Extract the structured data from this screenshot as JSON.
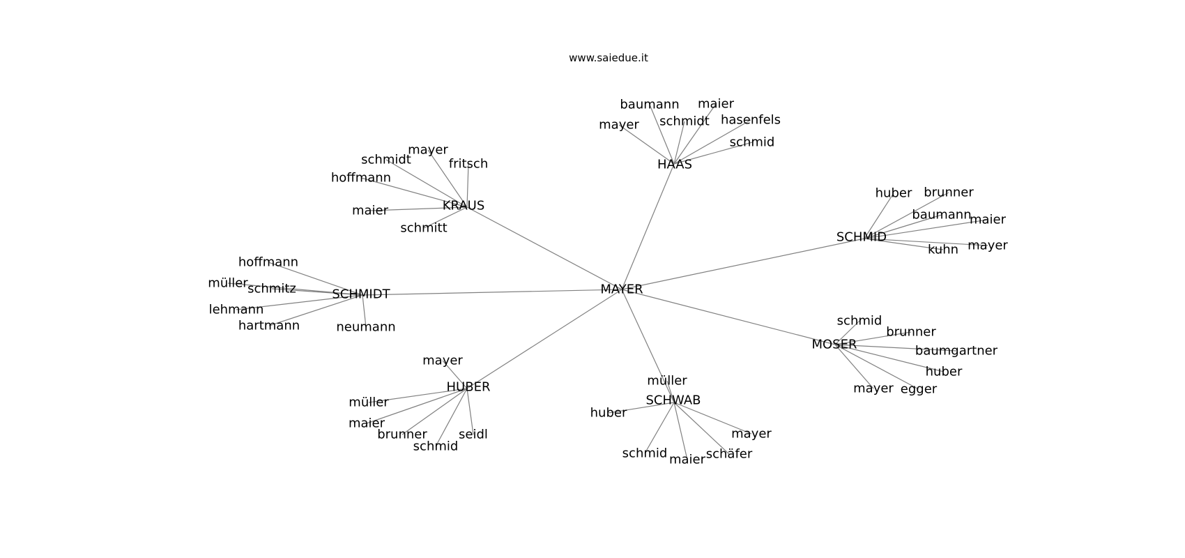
{
  "site": {
    "text": "www.saiedue.it"
  },
  "graph": {
    "root": "MAYER",
    "hubs": [
      {
        "id": "haas",
        "label": "HAAS",
        "leaves": [
          "baumann",
          "maier",
          "mayer",
          "schmidt",
          "hasenfels",
          "schmid"
        ]
      },
      {
        "id": "kraus",
        "label": "KRAUS",
        "leaves": [
          "mayer",
          "schmidt",
          "fritsch",
          "hoffmann",
          "maier",
          "schmitt"
        ]
      },
      {
        "id": "schmid",
        "label": "SCHMID",
        "leaves": [
          "huber",
          "brunner",
          "baumann",
          "maier",
          "mayer",
          "kuhn"
        ]
      },
      {
        "id": "schmidt",
        "label": "SCHMIDT",
        "leaves": [
          "hoffmann",
          "müller",
          "schmitz",
          "lehmann",
          "hartmann",
          "neumann"
        ]
      },
      {
        "id": "moser",
        "label": "MOSER",
        "leaves": [
          "schmid",
          "brunner",
          "baumgartner",
          "huber",
          "mayer",
          "egger"
        ]
      },
      {
        "id": "huber",
        "label": "HUBER",
        "leaves": [
          "mayer",
          "müller",
          "maier",
          "brunner",
          "schmid",
          "seidl"
        ]
      },
      {
        "id": "schwab",
        "label": "SCHWAB",
        "leaves": [
          "müller",
          "huber",
          "mayer",
          "schmid",
          "maier",
          "schäfer"
        ]
      }
    ]
  }
}
